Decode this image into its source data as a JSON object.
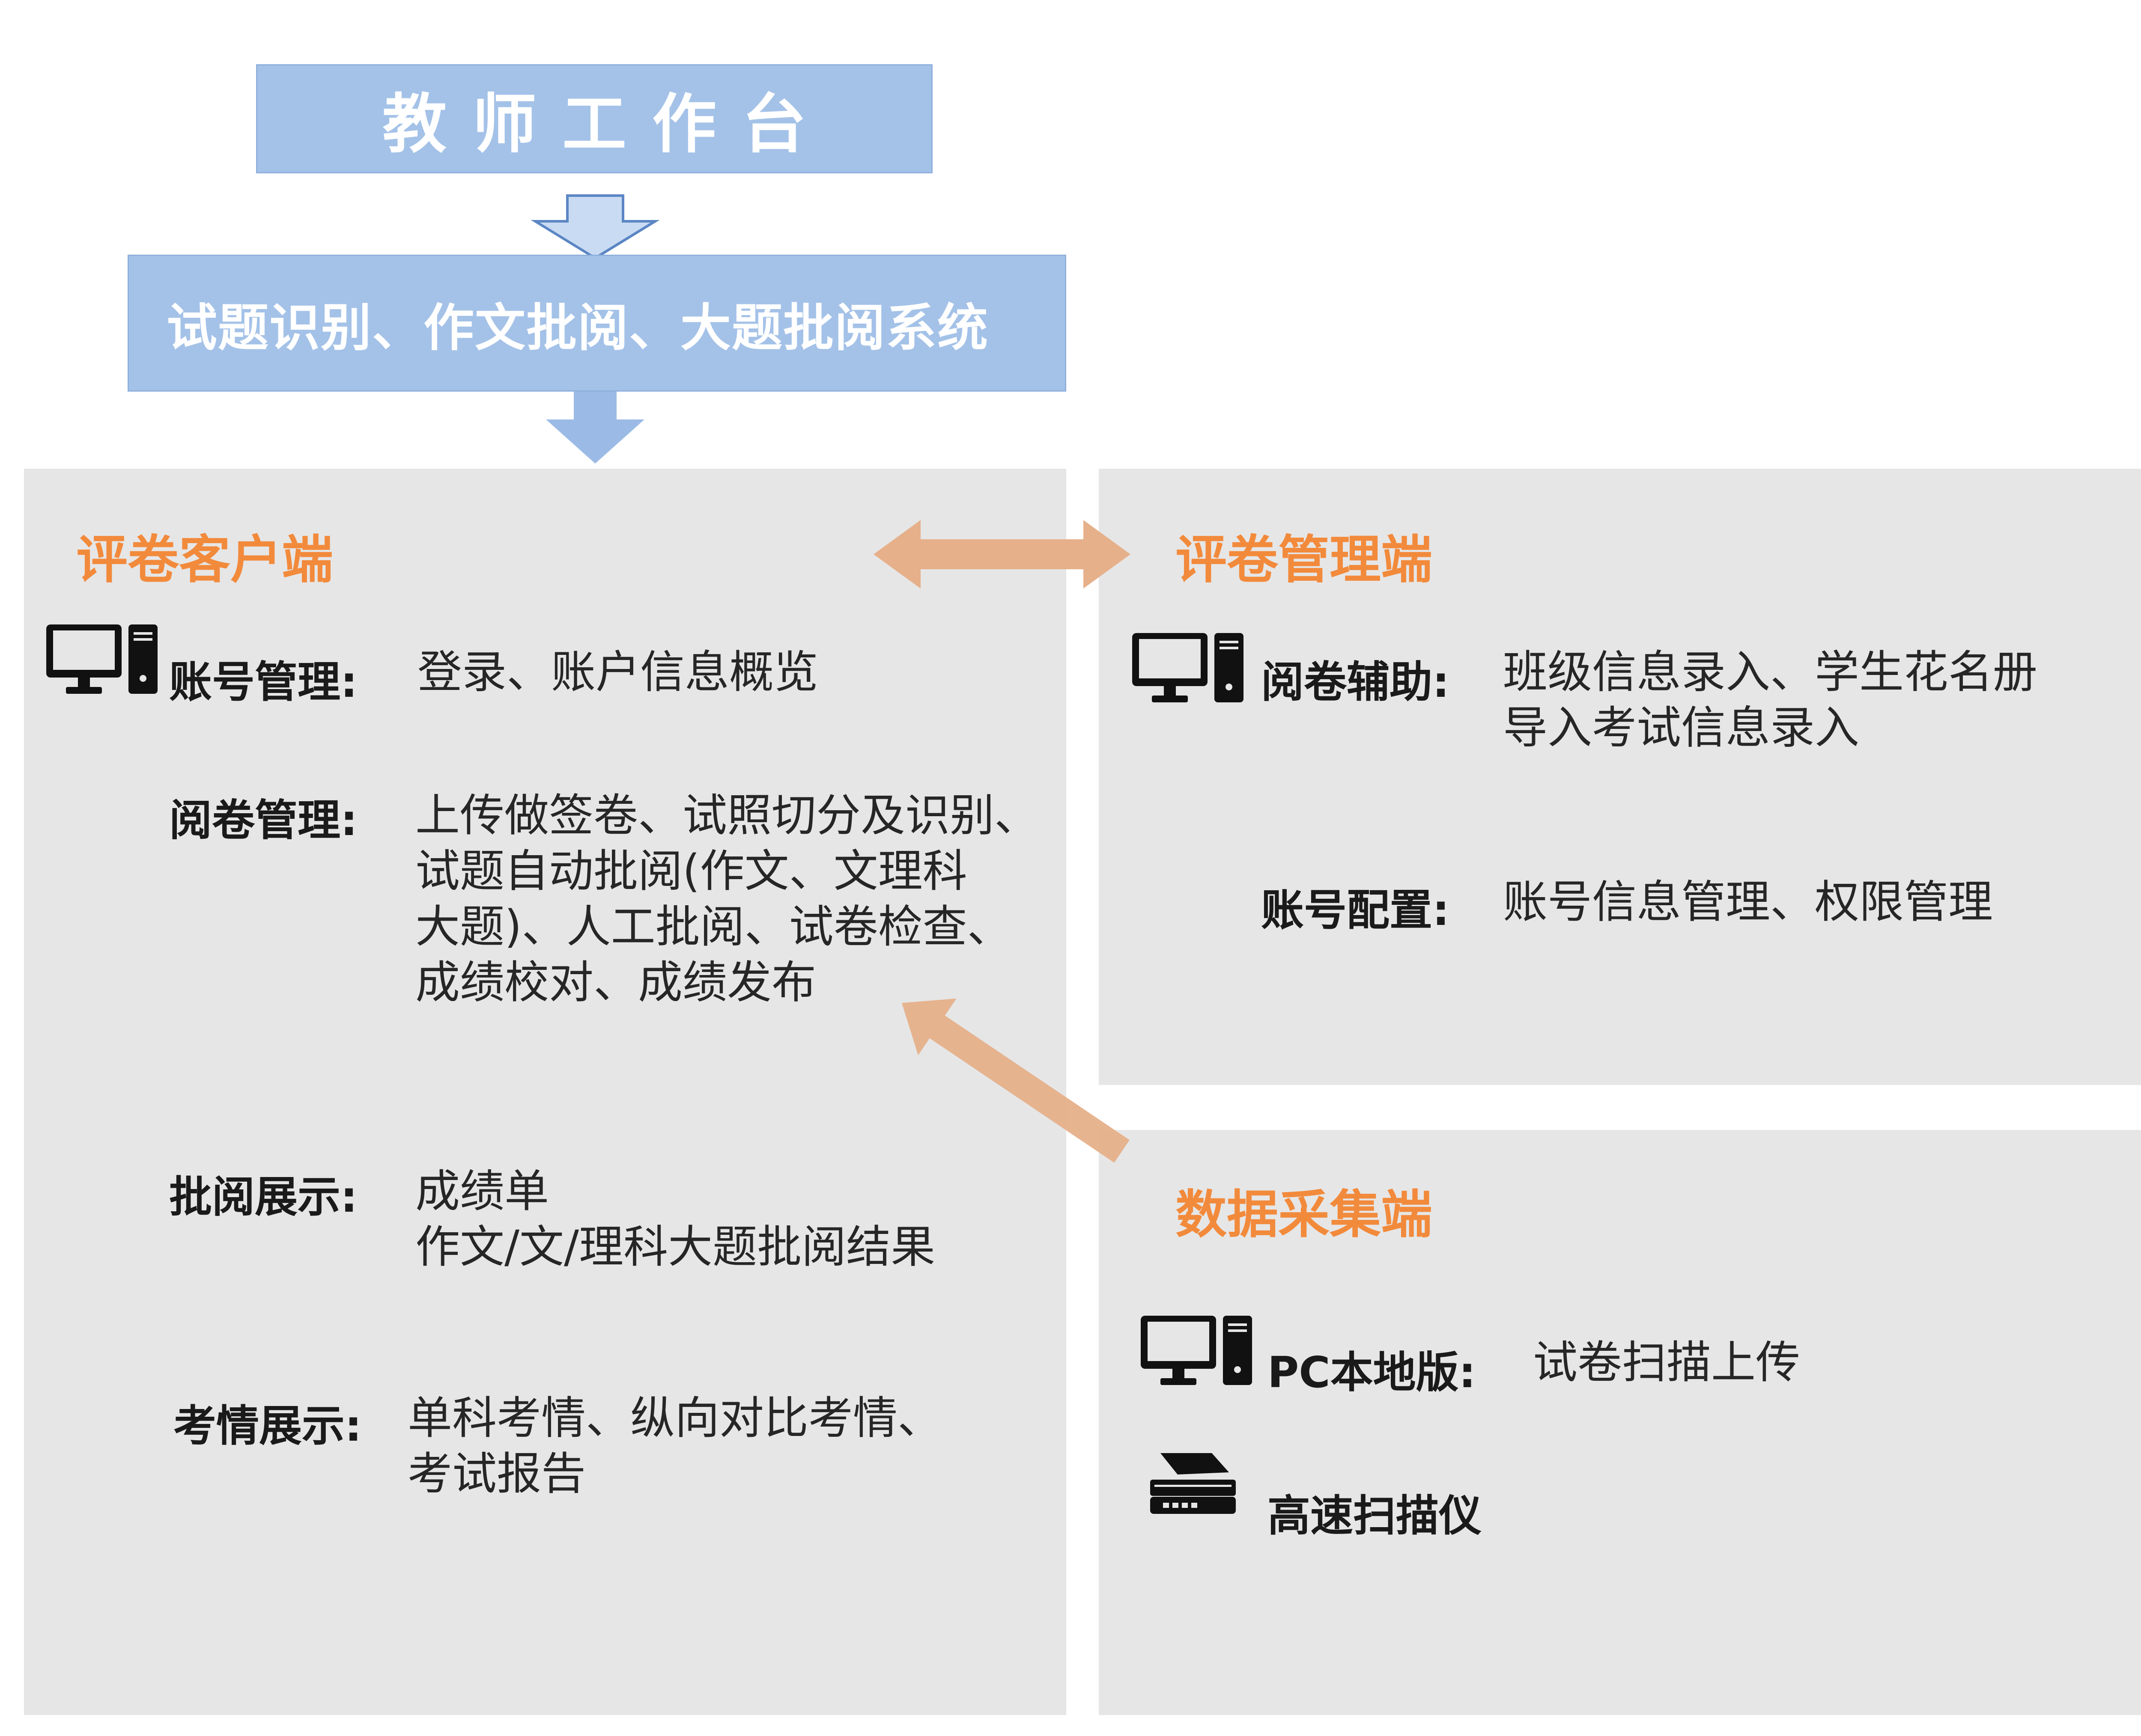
{
  "top": {
    "title": "教师工作台",
    "system": "试题识别、作文批阅、大题批阅系统"
  },
  "client": {
    "title": "评卷客户端",
    "account_label": "账号管理:",
    "account_value": "登录、账户信息概览",
    "review_label": "阅卷管理:",
    "review_lines": [
      "上传做签卷、试照切分及识别、",
      "试题自动批阅(作文、文理科",
      "大题)、人工批阅、试卷检查、",
      "成绩校对、成绩发布"
    ],
    "show_label": "批阅展示:",
    "show_lines": [
      "成绩单",
      "作文/文/理科大题批阅结果"
    ],
    "exam_label": "考情展示:",
    "exam_lines": [
      "单科考情、纵向对比考情、",
      "考试报告"
    ]
  },
  "admin": {
    "title": "评卷管理端",
    "assist_label": "阅卷辅助:",
    "assist_lines": [
      "班级信息录入、学生花名册",
      "导入考试信息录入"
    ],
    "config_label": "账号配置:",
    "config_value": "账号信息管理、权限管理"
  },
  "data": {
    "title": "数据采集端",
    "pc_label": "PC本地版:",
    "pc_value": "试卷扫描上传",
    "scanner_label": "高速扫描仪"
  },
  "colors": {
    "blue_box": "#a4c2e8",
    "arrow_blue": "#9bbbe6",
    "orange_title": "#f28a3c",
    "orange_arrow": "#e6b08a",
    "panel_gray": "#e6e6e6"
  },
  "icons": [
    "computer-icon",
    "scanner-icon",
    "down-arrow-icon",
    "bidirectional-arrow-icon",
    "diagonal-arrow-icon"
  ]
}
